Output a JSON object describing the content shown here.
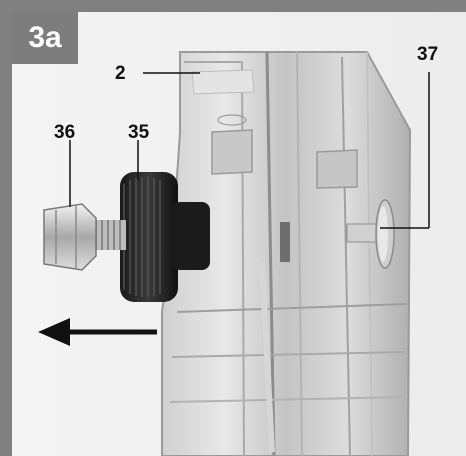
{
  "figure": {
    "badge": "3a",
    "labels": {
      "part_2": "2",
      "part_35": "35",
      "part_36": "36",
      "part_37": "37"
    },
    "arrow_direction": "left",
    "colors": {
      "frame": "#808080",
      "badge": "#7d7d7d",
      "arrow": "#111111"
    }
  }
}
